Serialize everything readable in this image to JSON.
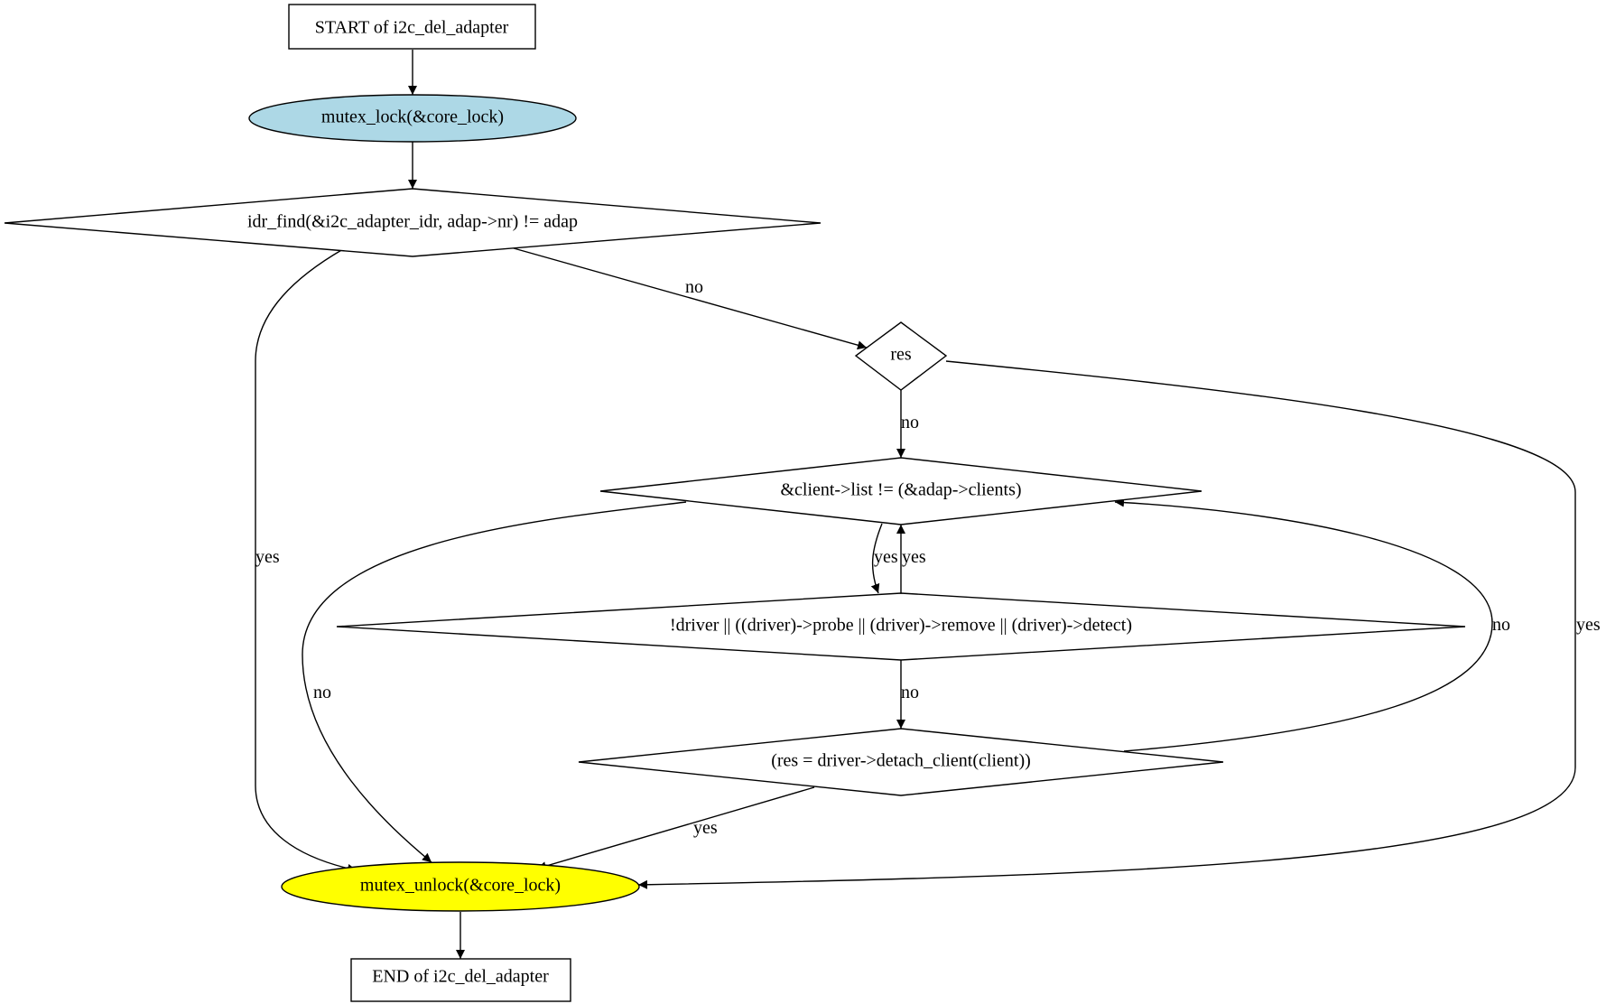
{
  "diagram": {
    "type": "flowchart",
    "nodes": {
      "start": {
        "label": "START of i2c_del_adapter",
        "shape": "rectangle",
        "fill": "#ffffff"
      },
      "lock": {
        "label": "mutex_lock(&core_lock)",
        "shape": "ellipse",
        "fill": "#add8e6"
      },
      "idr": {
        "label": "idr_find(&i2c_adapter_idr, adap->nr) != adap",
        "shape": "diamond",
        "fill": "#ffffff"
      },
      "res": {
        "label": "res",
        "shape": "diamond",
        "fill": "#ffffff"
      },
      "client": {
        "label": "&client->list != (&adap->clients)",
        "shape": "diamond",
        "fill": "#ffffff"
      },
      "driver": {
        "label": "!driver || ((driver)->probe || (driver)->remove || (driver)->detect)",
        "shape": "diamond",
        "fill": "#ffffff"
      },
      "detach": {
        "label": "(res = driver->detach_client(client))",
        "shape": "diamond",
        "fill": "#ffffff"
      },
      "unlock": {
        "label": "mutex_unlock(&core_lock)",
        "shape": "ellipse",
        "fill": "#ffff00"
      },
      "end": {
        "label": "END of i2c_del_adapter",
        "shape": "rectangle",
        "fill": "#ffffff"
      }
    },
    "edges": [
      {
        "from": "start",
        "to": "lock",
        "label": ""
      },
      {
        "from": "lock",
        "to": "idr",
        "label": ""
      },
      {
        "from": "idr",
        "to": "unlock",
        "label": "yes"
      },
      {
        "from": "idr",
        "to": "res",
        "label": "no"
      },
      {
        "from": "res",
        "to": "client",
        "label": "no"
      },
      {
        "from": "res",
        "to": "unlock",
        "label": "yes"
      },
      {
        "from": "client",
        "to": "driver",
        "label": "yes"
      },
      {
        "from": "driver",
        "to": "client",
        "label": "yes"
      },
      {
        "from": "client",
        "to": "unlock",
        "label": "no"
      },
      {
        "from": "driver",
        "to": "detach",
        "label": "no"
      },
      {
        "from": "detach",
        "to": "client",
        "label": "no"
      },
      {
        "from": "detach",
        "to": "unlock",
        "label": "yes"
      },
      {
        "from": "unlock",
        "to": "end",
        "label": ""
      }
    ]
  }
}
